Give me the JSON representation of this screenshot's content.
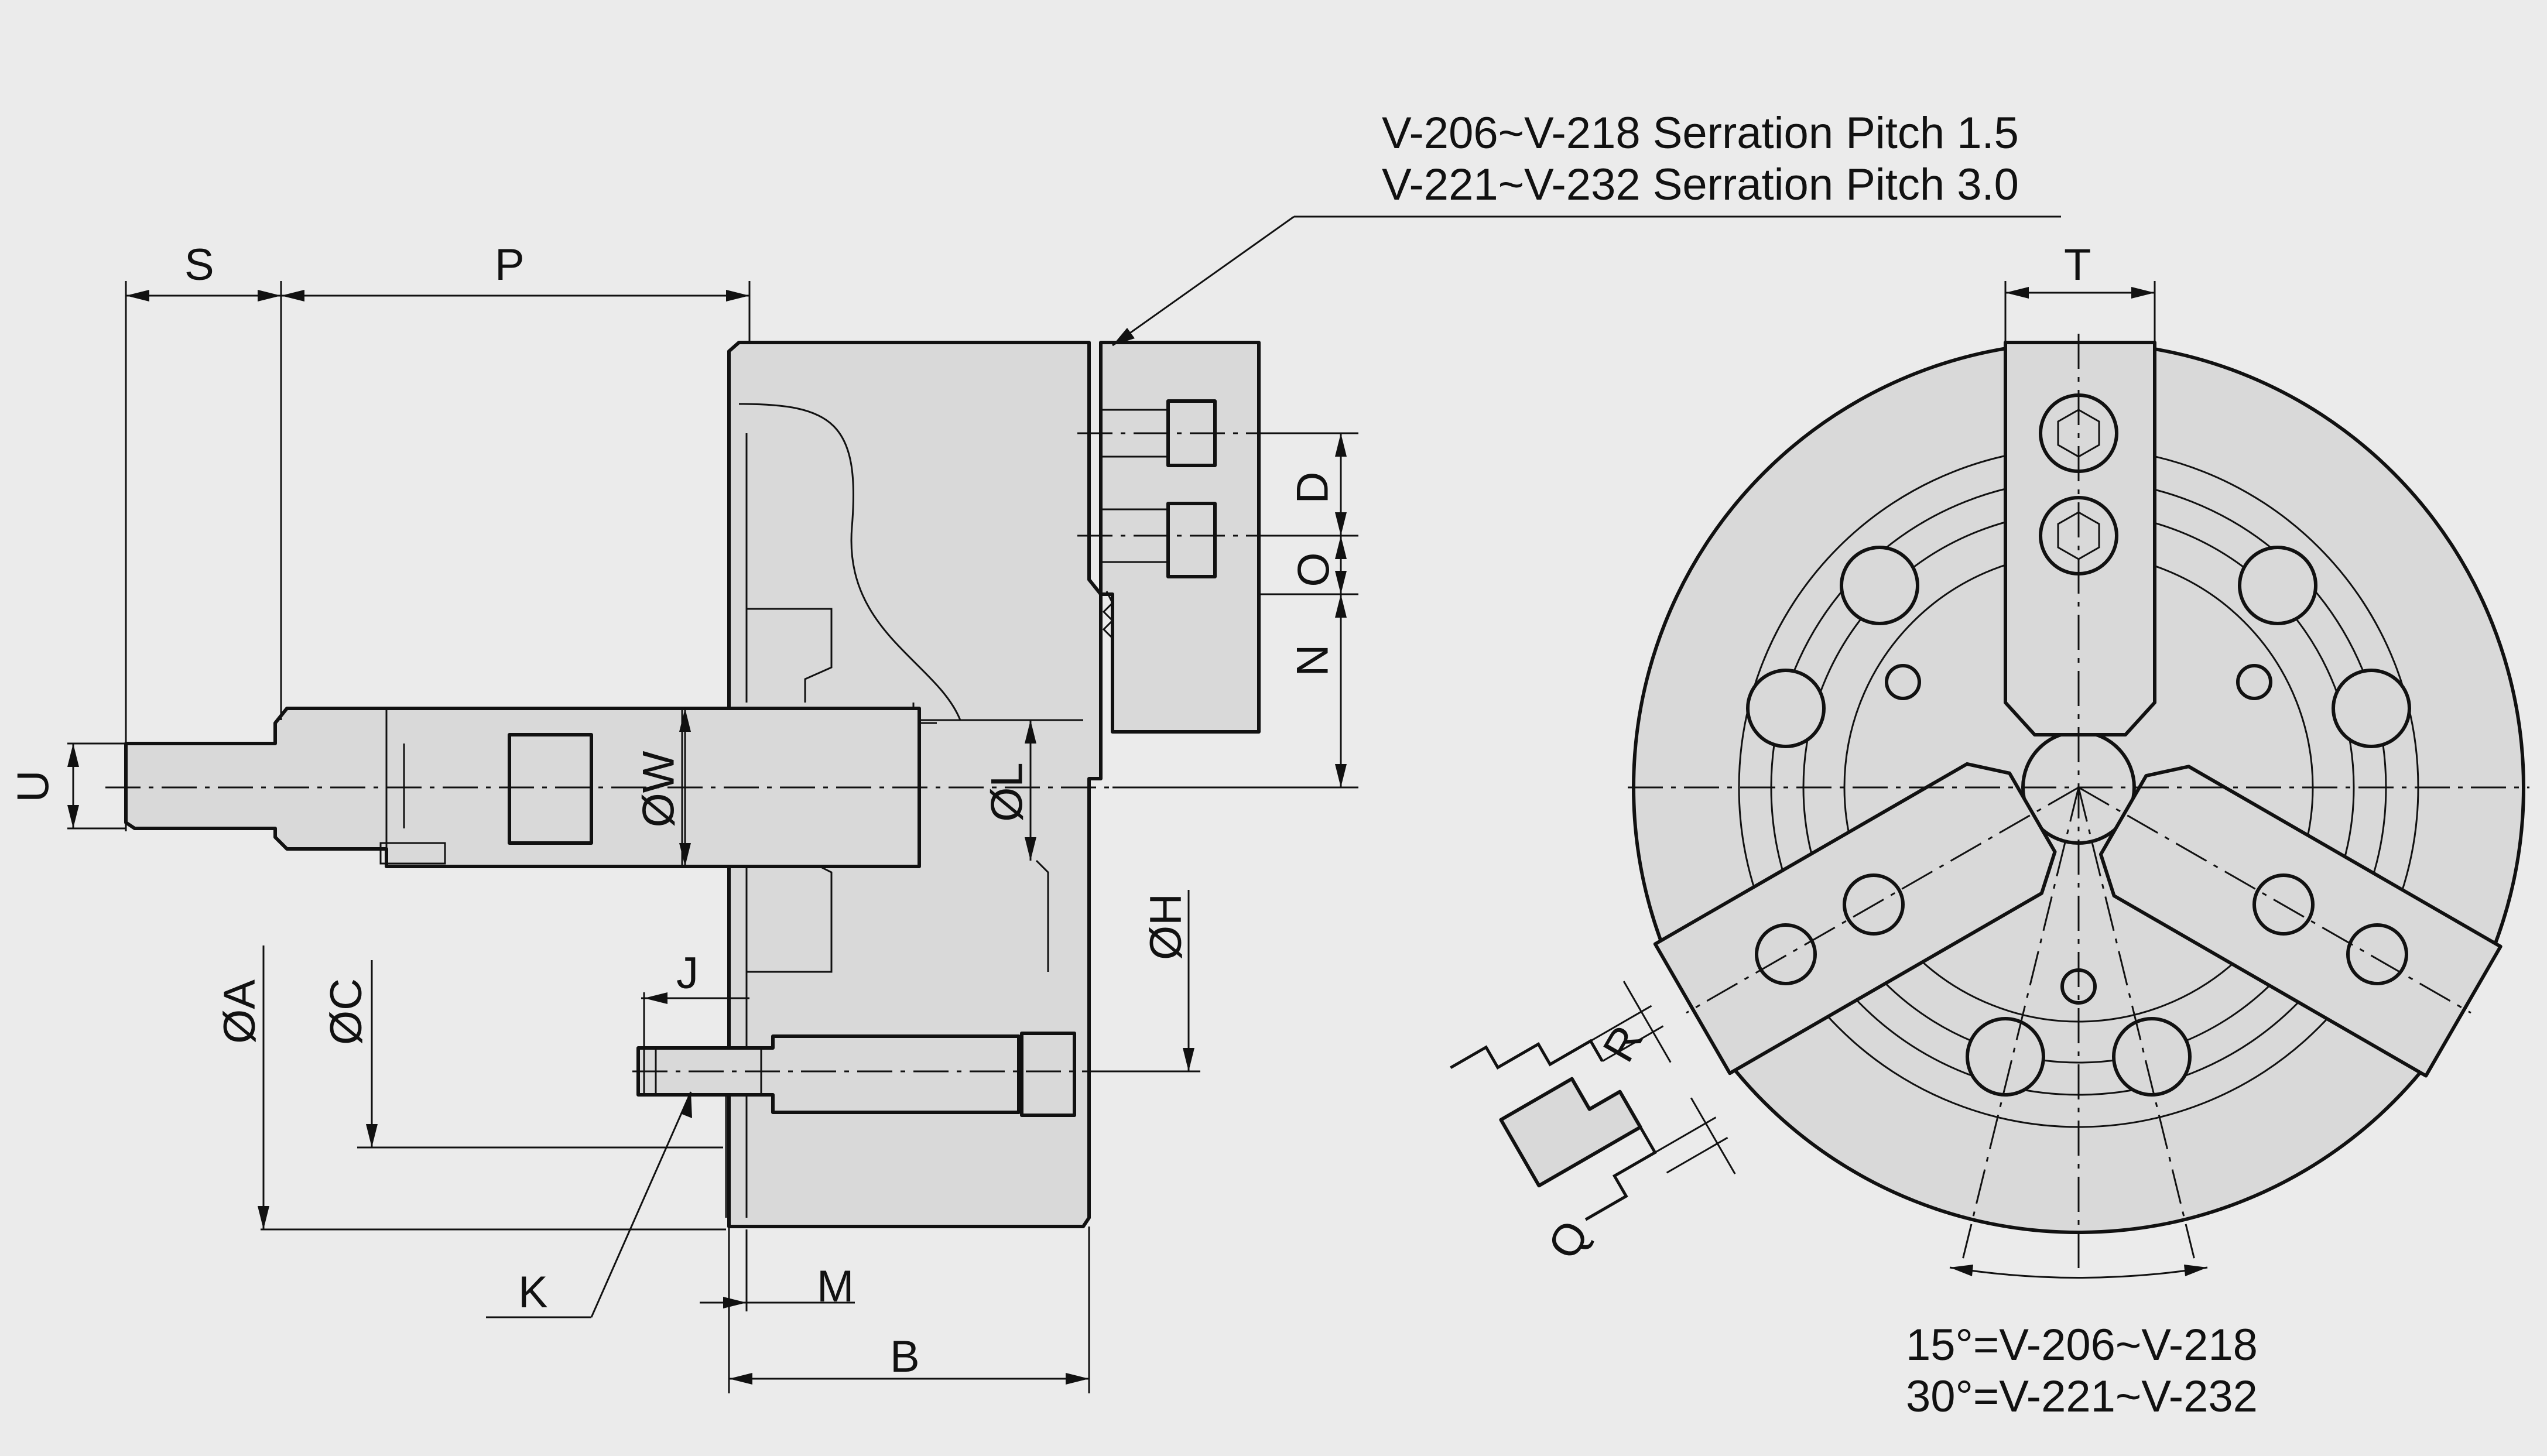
{
  "notes": {
    "serration_line1": "V-206~V-218 Serration Pitch 1.5",
    "serration_line2": "V-221~V-232 Serration Pitch 3.0",
    "angle_line1": "15°=V-206~V-218",
    "angle_line2": "30°=V-221~V-232"
  },
  "dimensions": {
    "S": "S",
    "P": "P",
    "T": "T",
    "U": "U",
    "W": "ØW",
    "L": "ØL",
    "D": "D",
    "O": "O",
    "N": "N",
    "H": "ØH",
    "A": "ØA",
    "C": "ØC",
    "J": "J",
    "K": "K",
    "M": "M",
    "B": "B",
    "R": "R",
    "Q": "Q"
  },
  "colors": {
    "background": "#ebebeb",
    "fill": "#d9d9d9",
    "line": "#111111"
  }
}
